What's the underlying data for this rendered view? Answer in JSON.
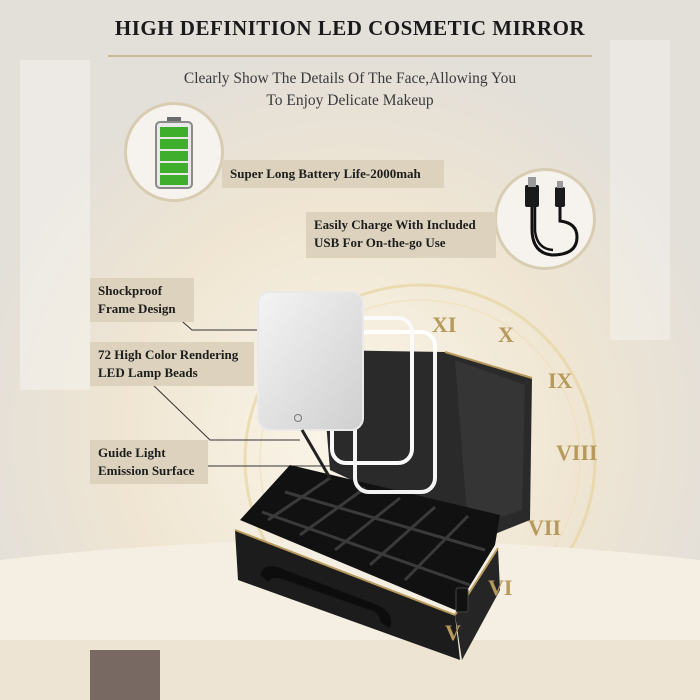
{
  "title": "HIGH DEFINITION LED COSMETIC MIRROR",
  "subtitle": {
    "line1": "Clearly Show The Details Of The Face,Allowing You",
    "line2": "To Enjoy Delicate Makeup"
  },
  "features": {
    "battery": "Super Long Battery Life-2000mah",
    "usb": {
      "line1": "Easily Charge With Included",
      "line2": "USB For On-the-go Use"
    },
    "shockproof": {
      "line1": "Shockproof",
      "line2": "Frame Design"
    },
    "led": {
      "line1": "72 High Color Rendering",
      "line2": "LED Lamp Beads"
    },
    "guide": {
      "line1": "Guide Light",
      "line2": "Emission Surface"
    }
  },
  "clock_numerals": [
    "V",
    "VI",
    "VII",
    "VIII",
    "IX",
    "X",
    "XI"
  ],
  "colors": {
    "tag_bg": "#ddd2bd",
    "battery_green": "#3fae2c",
    "case_black": "#1c1c1c",
    "zipper_gold": "#b79a5b"
  },
  "icons": [
    "battery-icon",
    "usb-cable-icon"
  ]
}
